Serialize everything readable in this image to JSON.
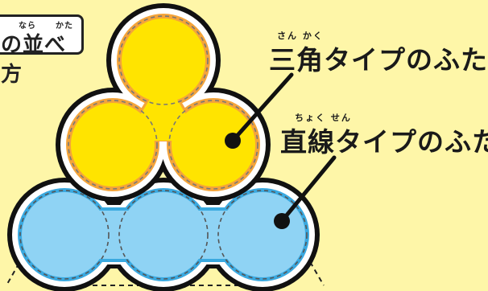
{
  "title_box": {
    "text": "の並べ方",
    "ruby_1": "なら",
    "ruby_2": "かた"
  },
  "labels": {
    "triangle": {
      "ruby": "さん かく",
      "text": "三角タイプのふた"
    },
    "straight": {
      "ruby": "ちょく せん",
      "text": "直線タイプのふた"
    }
  },
  "colors": {
    "background": "#fef6a8",
    "triangle_lid": "#ffe400",
    "triangle_rim": "#f4a43a",
    "straight_lid": "#8fd3f4",
    "straight_rim": "#3aa9e0",
    "outline": "#111111"
  }
}
